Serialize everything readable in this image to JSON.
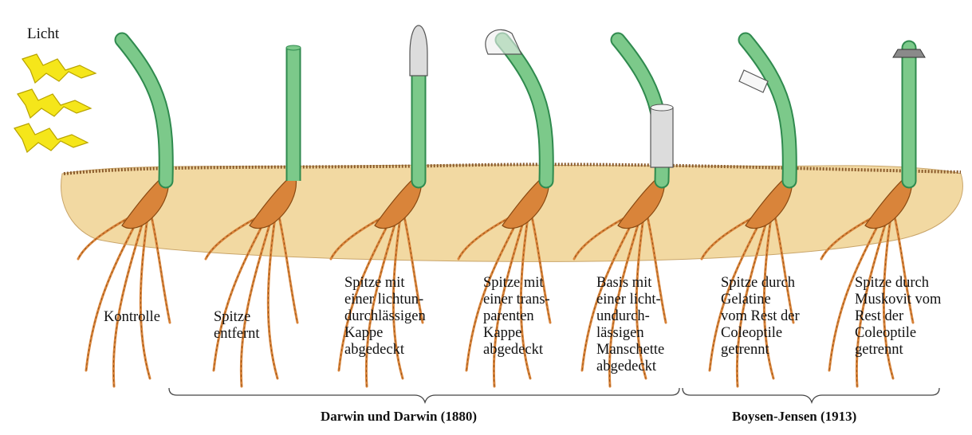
{
  "light_label": "Licht",
  "colors": {
    "soil_fill": "#f2d9a2",
    "soil_edge": "#c9a56a",
    "coleoptile": "#7cc98a",
    "coleoptile_edge": "#2f8a4e",
    "seed": "#d9843a",
    "seed_edge": "#8a4a12",
    "cap_opaque": "#dcdcdc",
    "cap_transparent": "#eeeeee",
    "mica": "#8a8a8a",
    "lightning": "#f5e61a"
  },
  "experiments": [
    {
      "id": "kontrolle",
      "label": "Kontrolle",
      "treatment": "none",
      "bent": true
    },
    {
      "id": "spitze-entfernt",
      "label": "Spitze\nentfernt",
      "treatment": "tip-removed",
      "bent": false
    },
    {
      "id": "lichtundurchlaessige-kappe",
      "label": "Spitze mit\neiner lichtun-\ndurchlässigen\nKappe\nabgedeckt",
      "treatment": "opaque-cap",
      "bent": false
    },
    {
      "id": "transparente-kappe",
      "label": "Spitze mit\neiner trans-\nparenten\nKappe\nabgedeckt",
      "treatment": "transparent-cap",
      "bent": true
    },
    {
      "id": "manschette",
      "label": "Basis mit\neiner licht-\nundurch-\nlässigen\nManschette\nabgedeckt",
      "treatment": "opaque-sleeve",
      "bent": true
    },
    {
      "id": "gelatine",
      "label": "Spitze durch\nGelatine\nvom Rest der\nColeoptile\ngetrennt",
      "treatment": "gelatin",
      "bent": true
    },
    {
      "id": "muskovit",
      "label": "Spitze durch\nMuskovit vom\nRest der\nColeoptile\ngetrennt",
      "treatment": "mica",
      "bent": false
    }
  ],
  "groups": [
    {
      "id": "darwin",
      "label": "Darwin und Darwin (1880)"
    },
    {
      "id": "boysen-jensen",
      "label": "Boysen-Jensen (1913)"
    }
  ]
}
